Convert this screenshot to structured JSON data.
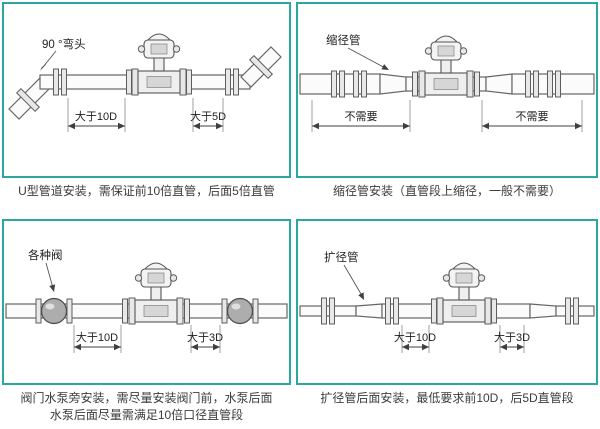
{
  "colors": {
    "panel_border": "#2aa8a0",
    "diagram_line": "#5d5d5d",
    "text": "#3c3c3c"
  },
  "panels": {
    "top_left": {
      "callout": "90 °弯头",
      "dim_left": "大于10D",
      "dim_right": "大于5D",
      "caption": "U型管道安装，需保证前10倍直管，后面5倍直管"
    },
    "top_right": {
      "callout": "缩径管",
      "dim_left": "不需要",
      "dim_right": "不需要",
      "caption": "缩径管安装（直管段上缩径，一般不需要）"
    },
    "bottom_left": {
      "callout": "各种阀",
      "dim_left": "大于10D",
      "dim_right": "大于3D",
      "caption_line1": "阀门水泵旁安装，需尽量安装阀门前，水泵后面",
      "caption_line2": "水泵后面尽量需满足10倍口径直管段"
    },
    "bottom_right": {
      "callout": "扩径管",
      "dim_left": "大于10D",
      "dim_right": "大于3D",
      "caption": "扩径管后面安装，最低要求前10D，后5D直管段"
    }
  }
}
